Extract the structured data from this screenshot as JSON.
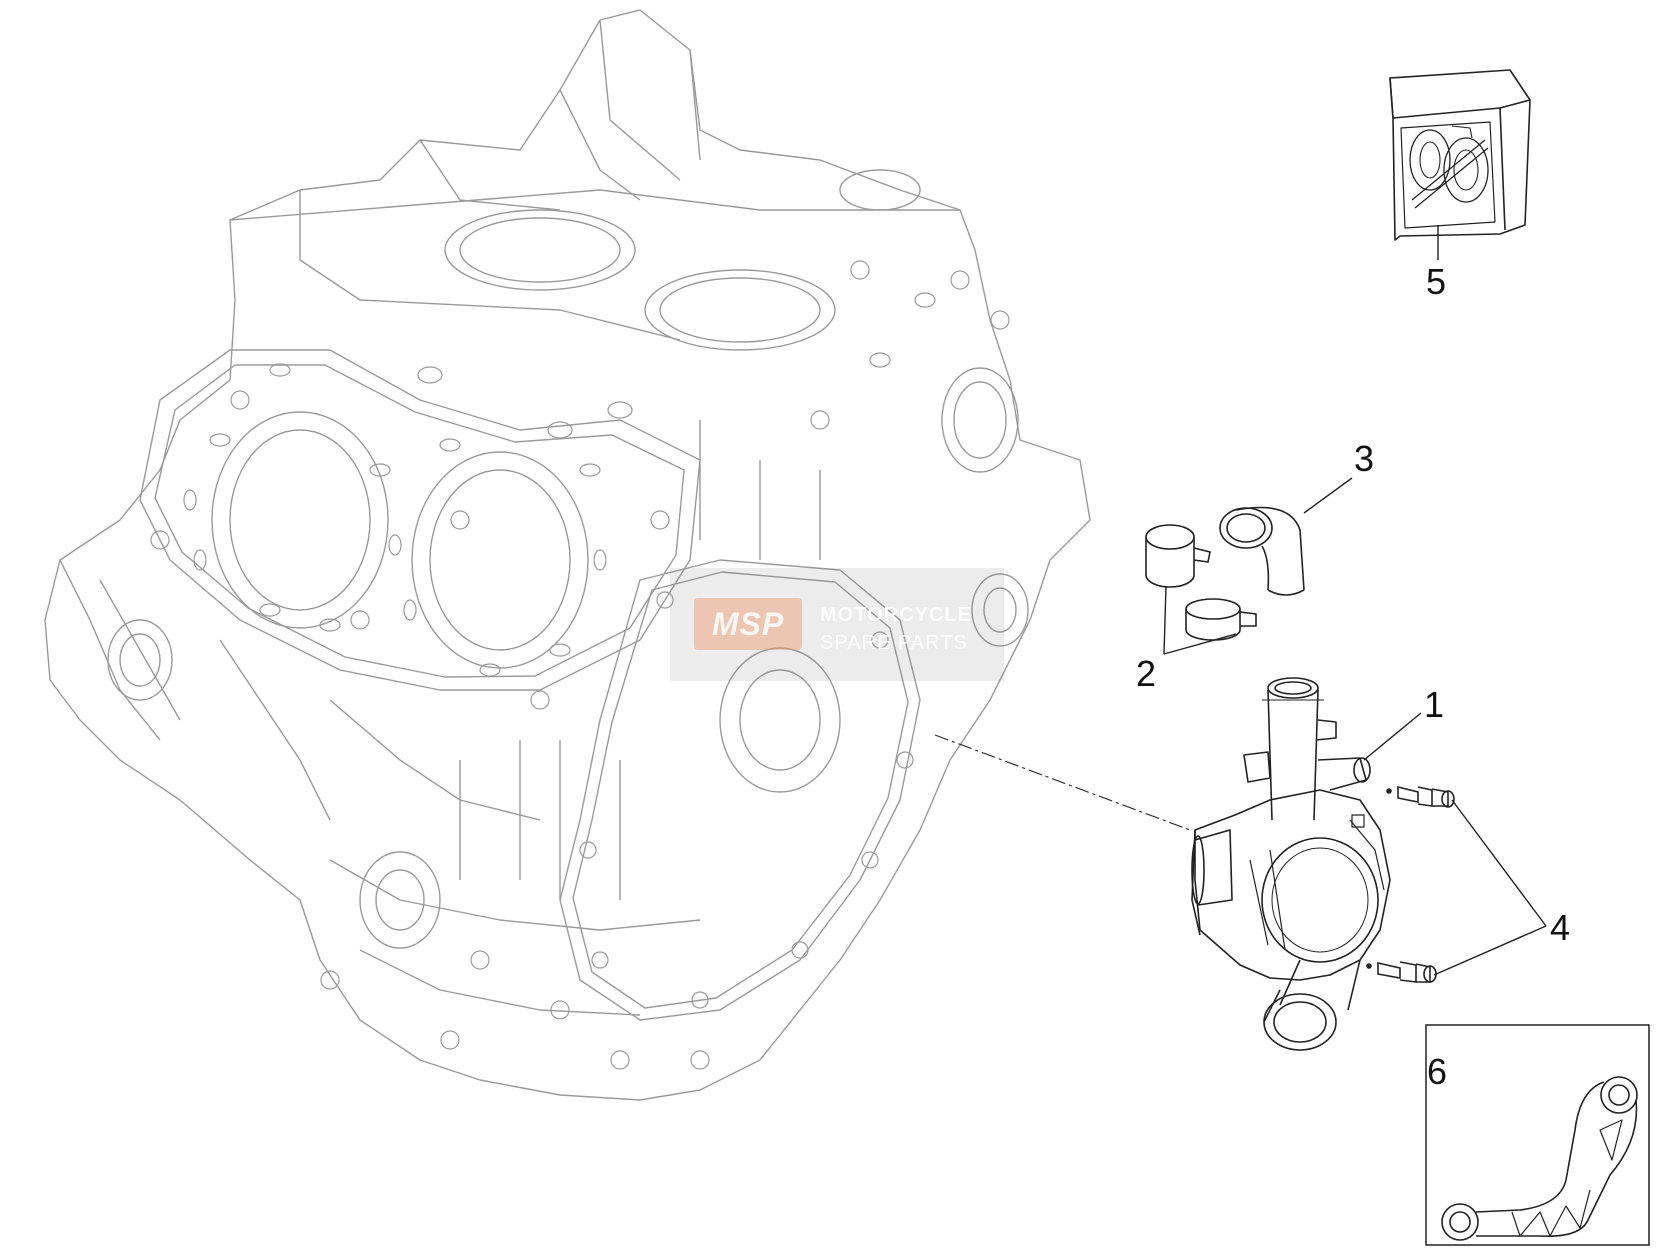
{
  "callouts": {
    "c1": "1",
    "c2": "2",
    "c3": "3",
    "c4": "4",
    "c5": "5",
    "c6": "6"
  },
  "watermark": {
    "logo": "MSP",
    "line1": "MOTORCYCLE",
    "line2": "SPARE PARTS",
    "logo_color": "#f0966e"
  },
  "colors": {
    "line": "#222222",
    "faint_line": "#9a9a9a"
  }
}
